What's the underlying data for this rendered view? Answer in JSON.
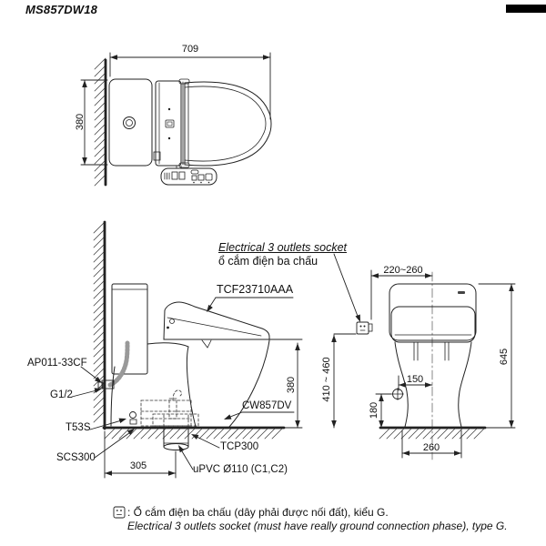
{
  "title": "MS857DW18",
  "top_view": {
    "dim_width": "709",
    "dim_depth": "380"
  },
  "annotations": {
    "electrical_en": "Electrical 3 outlets socket",
    "electrical_vi": "ổ cắm điện ba chấu",
    "washlet": "TCF23710AAA",
    "inlet_valve": "AP011-33CF",
    "thread": "G1/2",
    "gasket": "T53S",
    "connector": "SCS300",
    "flange": "TCP300",
    "bowl": "CW857DV",
    "drain": "uPVC Ø110 (C1,C2)"
  },
  "side_view": {
    "dim_seat_height": "380",
    "dim_drain_offset": "305"
  },
  "front_view": {
    "dim_socket_offset": "220~260",
    "dim_total_height": "645",
    "dim_socket_height": "410 ~ 460",
    "dim_supply_offset": "150",
    "dim_supply_height": "180",
    "dim_base_width": "260"
  },
  "footnote": {
    "vi": ": Ổ cắm điện ba chấu (dây phải được nối đất), kiểu G.",
    "en": "Electrical 3 outlets socket (must have really ground connection phase), type G."
  }
}
